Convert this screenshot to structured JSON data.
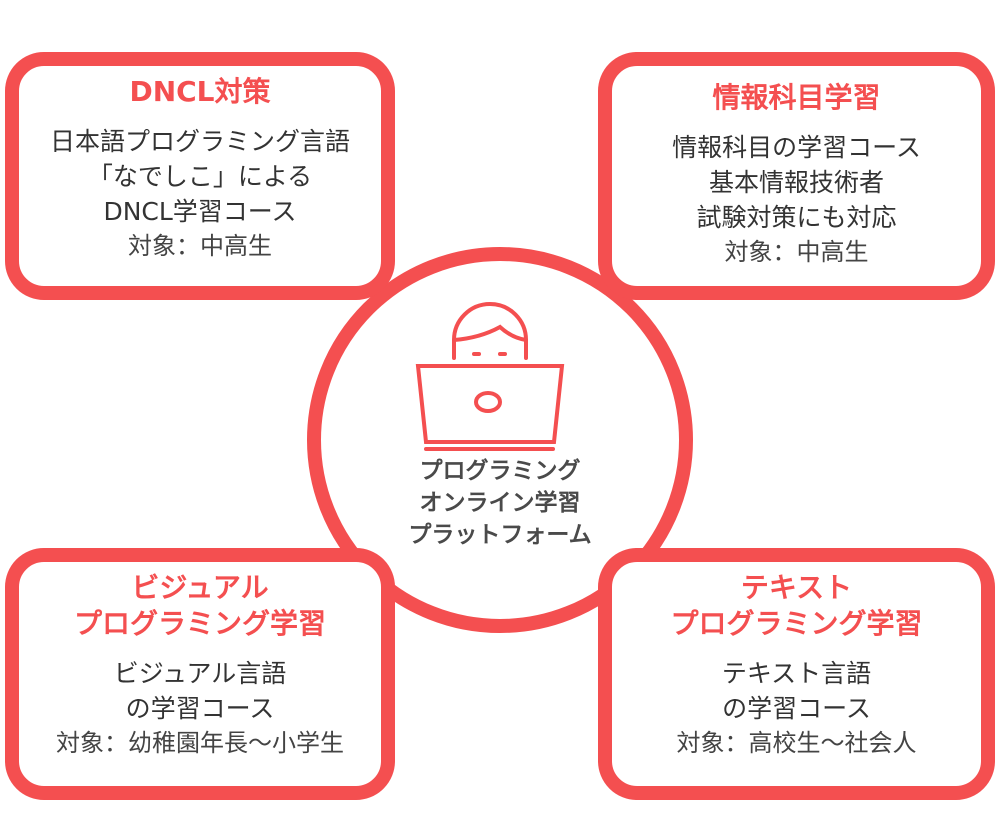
{
  "accent_color": "#f44f50",
  "center": {
    "icon": "person-laptop-icon",
    "lines": [
      "プログラミング",
      "オンライン学習",
      "プラットフォーム"
    ]
  },
  "boxes": [
    {
      "title": [
        "DNCL対策"
      ],
      "body": [
        "日本語プログラミング言語",
        "「なでしこ」による",
        "DNCL学習コース"
      ],
      "target": "対象：中高生"
    },
    {
      "title": [
        "情報科目学習"
      ],
      "body": [
        "情報科目の学習コース",
        "基本情報技術者",
        "試験対策にも対応"
      ],
      "target": "対象：中高生"
    },
    {
      "title": [
        "ビジュアル",
        "プログラミング学習"
      ],
      "body": [
        "ビジュアル言語",
        "の学習コース"
      ],
      "target": "対象：幼稚園年長〜小学生"
    },
    {
      "title": [
        "テキスト",
        "プログラミング学習"
      ],
      "body": [
        "テキスト言語",
        "の学習コース"
      ],
      "target": "対象：高校生〜社会人"
    }
  ]
}
